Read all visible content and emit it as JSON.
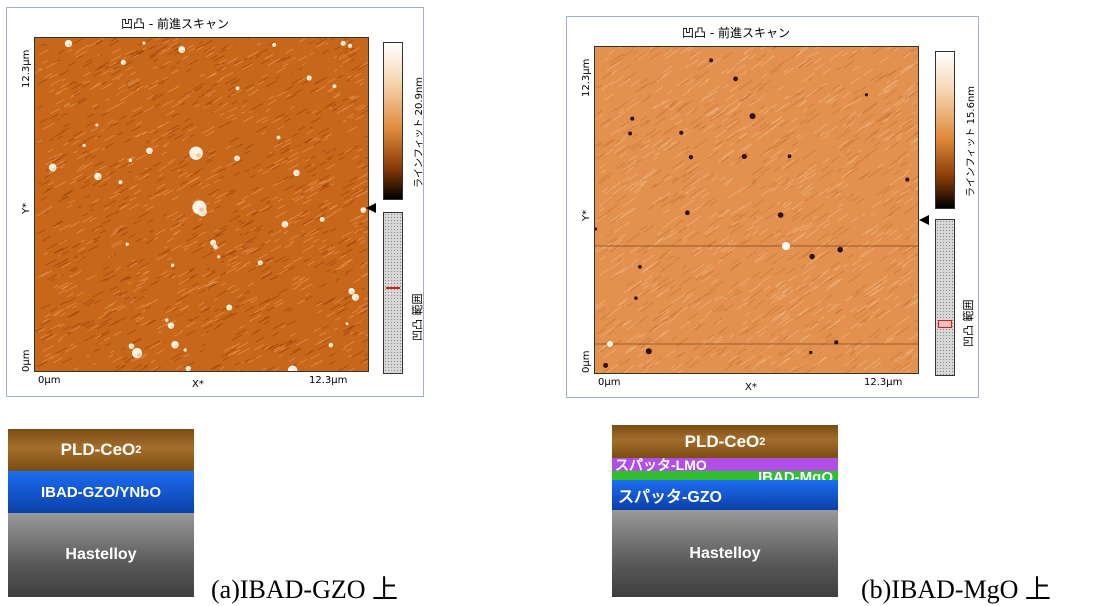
{
  "panel_a": {
    "title": "凹凸 - 前進スキャン",
    "y_top": "12.3μm",
    "y_mid": "Y*",
    "y_bottom": "0μm",
    "x_left": "0μm",
    "x_mid": "X*",
    "x_right": "12.3μm",
    "colorbar_label": "ラインフィット 20.9nm",
    "range_label": "凹凸 範囲"
  },
  "panel_b": {
    "title": "凹凸 - 前進スキャン",
    "y_top": "12.3μm",
    "y_mid": "Y*",
    "y_bottom": "0μm",
    "x_left": "0μm",
    "x_mid": "X*",
    "x_right": "12.3μm",
    "colorbar_label": "ラインフィット 15.6nm",
    "range_label": "凹凸 範囲"
  },
  "stack_a": {
    "top": "PLD-CeO",
    "top_sub": "2",
    "middle": "IBAD-GZO/YNbO",
    "bottom": "Hastelloy"
  },
  "stack_b": {
    "top": "PLD-CeO",
    "top_sub": "2",
    "lmo": "スパッタ-LMO",
    "mgo": "IBAD-MgO",
    "gzo": "スパッタ-GZO",
    "bottom": "Hastelloy"
  },
  "captions": {
    "a": "(a)IBAD-GZO 上",
    "b": "(b)IBAD-MgO 上"
  },
  "colors": {
    "afm_a_base": "#c8661a",
    "afm_b_base": "#e2924e",
    "ceo2": "#7a4d12",
    "gzo_blue": "#1660e0",
    "lmo_purple": "#b04ee8",
    "mgo_green": "#2fbf2f",
    "hastelloy": "#6f6f6f"
  }
}
